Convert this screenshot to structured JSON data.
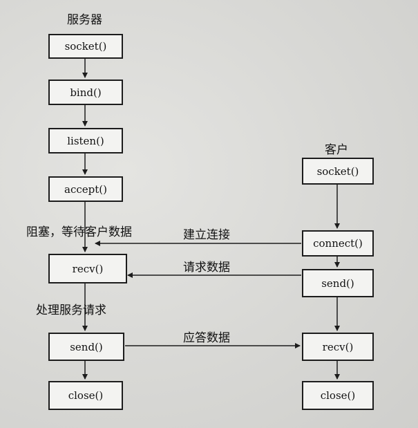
{
  "server": {
    "title": "服务器",
    "steps": [
      "socket()",
      "bind()",
      "listen()",
      "accept()",
      "recv()",
      "send()",
      "close()"
    ]
  },
  "client": {
    "title": "客户",
    "steps": [
      "socket()",
      "connect()",
      "send()",
      "recv()",
      "close()"
    ]
  },
  "notes": {
    "blocking": "阻塞，等待客户数据",
    "process": "处理服务请求"
  },
  "messages": {
    "connect": "建立连接",
    "request": "请求数据",
    "response": "应答数据"
  },
  "colors": {
    "ink": "#1c1c1c",
    "box_fill": "#f3f3f1"
  }
}
